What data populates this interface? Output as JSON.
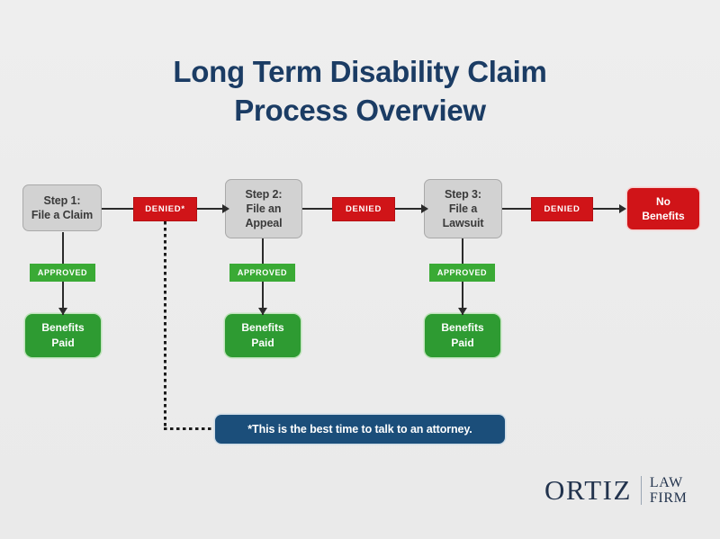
{
  "page": {
    "background_color": "#ececec",
    "title_line1": "Long Term Disability Claim",
    "title_line2": "Process Overview",
    "title_color": "#1b3c64"
  },
  "colors": {
    "denied_red": "#d01418",
    "approved_green": "#3aaa35",
    "benefits_green": "#2e9b32",
    "step_gray": "#d2d2d2",
    "note_navy": "#1b4e7a"
  },
  "flow": {
    "steps": [
      {
        "id": "step-1",
        "label": "Step 1:\nFile a Claim"
      },
      {
        "id": "step-2",
        "label": "Step 2:\nFile an\nAppeal"
      },
      {
        "id": "step-3",
        "label": "Step 3:\nFile a\nLawsuit"
      }
    ],
    "denied_labels": [
      {
        "id": "denied-1",
        "label": "DENIED*"
      },
      {
        "id": "denied-2",
        "label": "DENIED"
      },
      {
        "id": "denied-3",
        "label": "DENIED"
      }
    ],
    "approved_labels": [
      {
        "id": "approved-1",
        "label": "APPROVED"
      },
      {
        "id": "approved-2",
        "label": "APPROVED"
      },
      {
        "id": "approved-3",
        "label": "APPROVED"
      }
    ],
    "benefits_paid": [
      {
        "id": "benefits-1",
        "label": "Benefits\nPaid"
      },
      {
        "id": "benefits-2",
        "label": "Benefits\nPaid"
      },
      {
        "id": "benefits-3",
        "label": "Benefits\nPaid"
      }
    ],
    "terminal": {
      "id": "no-benefits",
      "label": "No\nBenefits"
    },
    "footnote": {
      "id": "attorney-note",
      "label": "*This is the best time to talk to an attorney."
    }
  },
  "logo": {
    "primary": "ORTIZ",
    "secondary_line1": "LAW",
    "secondary_line2": "FIRM"
  }
}
